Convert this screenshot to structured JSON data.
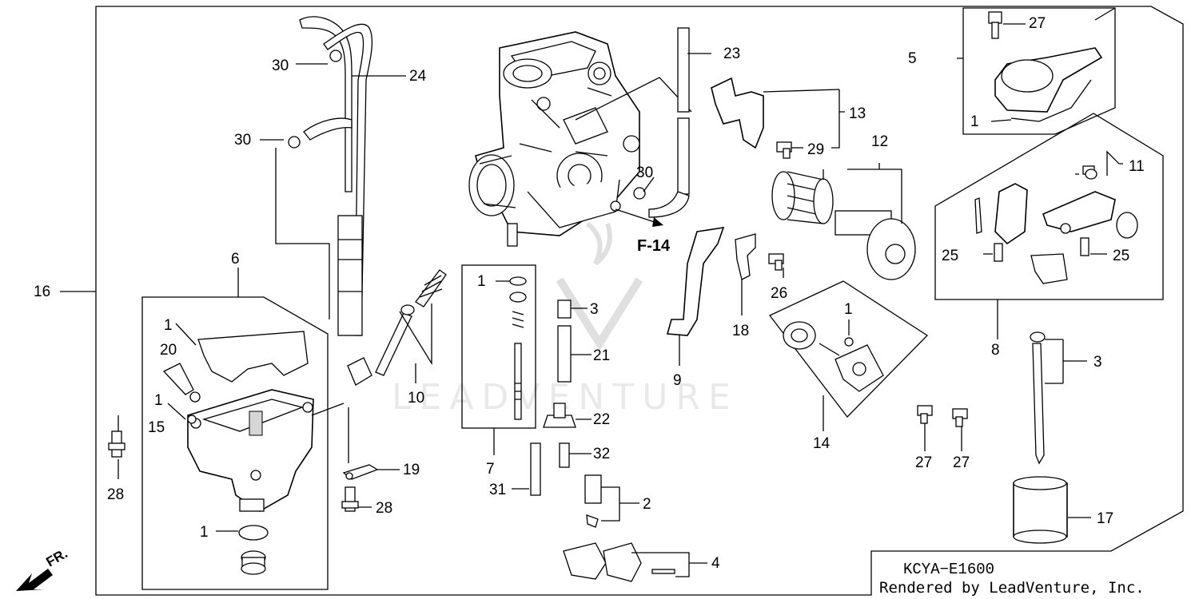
{
  "diagram": {
    "drawing_code": "KCYA−E1600",
    "credit": "Rendered by LeadVenture, Inc.",
    "watermark": "LEADVENTURE",
    "front_label": "FR.",
    "reference_label": "F-14"
  },
  "callouts": {
    "c1a": "1",
    "c1b": "1",
    "c1c": "1",
    "c1d": "1",
    "c1e": "1",
    "c1f": "1",
    "c2": "2",
    "c3a": "3",
    "c3b": "3",
    "c4": "4",
    "c5": "5",
    "c6": "6",
    "c7": "7",
    "c8": "8",
    "c9": "9",
    "c10": "10",
    "c11": "11",
    "c12": "12",
    "c13": "13",
    "c14": "14",
    "c15": "15",
    "c16": "16",
    "c17": "17",
    "c18": "18",
    "c19": "19",
    "c20": "20",
    "c21": "21",
    "c22": "22",
    "c23": "23",
    "c24": "24",
    "c25a": "25",
    "c25b": "25",
    "c26": "26",
    "c27a": "27",
    "c27b": "27",
    "c27c": "27",
    "c28a": "28",
    "c28b": "28",
    "c29": "29",
    "c30a": "30",
    "c30b": "30",
    "c30c": "30",
    "c31": "31",
    "c32": "32"
  }
}
